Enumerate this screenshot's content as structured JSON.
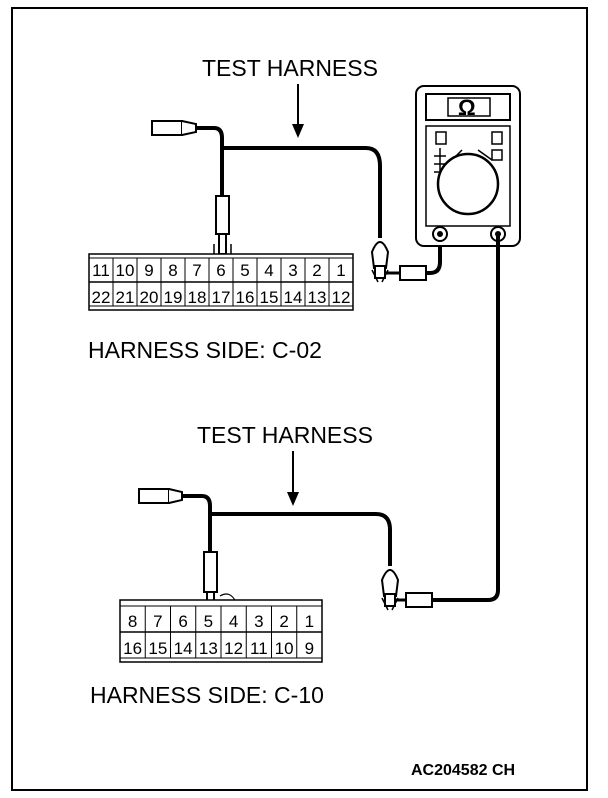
{
  "top": {
    "label": "TEST HARNESS",
    "side_label": "HARNESS SIDE: C-02",
    "pins_row1": [
      "11",
      "10",
      "9",
      "8",
      "7",
      "6",
      "5",
      "4",
      "3",
      "2",
      "1"
    ],
    "pins_row2": [
      "22",
      "21",
      "20",
      "19",
      "18",
      "17",
      "16",
      "15",
      "14",
      "13",
      "12"
    ]
  },
  "bottom": {
    "label": "TEST HARNESS",
    "side_label": "HARNESS SIDE: C-10",
    "pins_row1": [
      "8",
      "7",
      "6",
      "5",
      "4",
      "3",
      "2",
      "1"
    ],
    "pins_row2": [
      "16",
      "15",
      "14",
      "13",
      "12",
      "11",
      "10",
      "9"
    ]
  },
  "meter": {
    "symbol": "Ω"
  },
  "figure_code": "AC204582 CH"
}
